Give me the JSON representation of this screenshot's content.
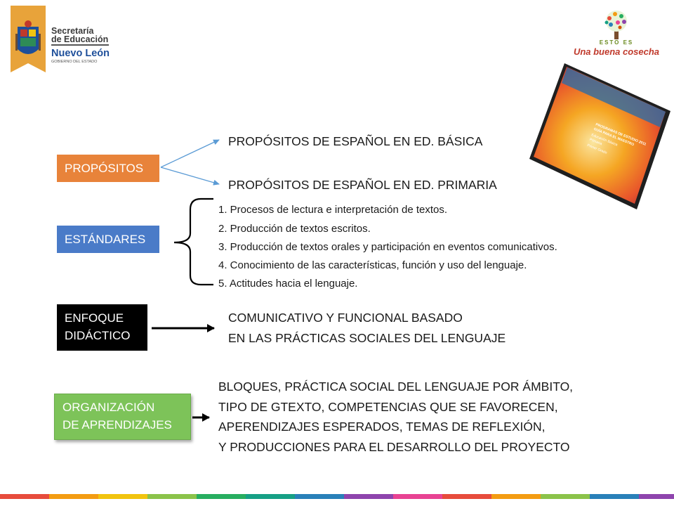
{
  "header": {
    "gov_logo_lines": [
      "Secretaría",
      "de Educación",
      "Nuevo León",
      "GOBIERNO DEL ESTADO"
    ],
    "campaign_logo_lines": [
      "ESTO ES",
      "Una buena cosecha"
    ]
  },
  "rows": {
    "propositos": {
      "label": "PROPÓSITOS",
      "items": [
        "PROPÓSITOS DE ESPAÑOL EN ED. BÁSICA",
        "PROPÓSITOS DE ESPAÑOL EN ED. PRIMARIA"
      ]
    },
    "estandares": {
      "label": "ESTÁNDARES",
      "items": [
        "1. Procesos de lectura e interpretación de textos.",
        "2. Producción de textos escritos.",
        "3. Producción de textos orales y participación en eventos comunicativos.",
        "4. Conocimiento de las características, función y uso del lenguaje.",
        "5. Actitudes hacia el lenguaje."
      ]
    },
    "enfoque": {
      "label_lines": [
        "ENFOQUE",
        "DIDÁCTICO"
      ],
      "text_lines": [
        "COMUNICATIVO Y  FUNCIONAL BASADO",
        "EN LAS PRÁCTICAS SOCIALES DEL LENGUAJE"
      ]
    },
    "organizacion": {
      "label_lines": [
        "ORGANIZACIÓN",
        "DE APRENDIZAJES"
      ],
      "text_lines": [
        "BLOQUES, PRÁCTICA SOCIAL DEL LENGUAJE POR ÁMBITO,",
        "TIPO DE GTEXTO, COMPETENCIAS QUE SE FAVORECEN,",
        "APERENDIZAJES ESPERADOS, TEMAS DE REFLEXIÓN,",
        "Y PRODUCCIONES PARA EL DESARROLLO DEL PROYECTO"
      ]
    }
  },
  "book": {
    "cover_lines": [
      "PROGRAMAS DE ESTUDIO 2011",
      "GUÍA PARA EL MAESTRO",
      "Educación Básica",
      "Primaria",
      "Primer Grado"
    ]
  },
  "colors": {
    "propositos": "#e8833a",
    "estandares": "#4a7bc8",
    "enfoque": "#000000",
    "organizacion": "#7dc359",
    "arrow_blue": "#5b9bd5"
  }
}
